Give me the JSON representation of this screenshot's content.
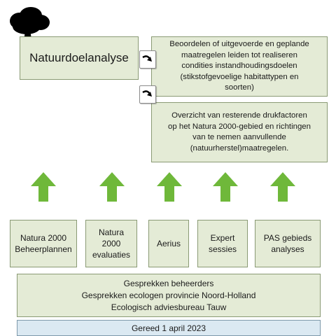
{
  "title": "Natuurdoelanalyse",
  "top_right": "Beoordelen of uitgevoerde en geplande\nmaatregelen leiden tot realiseren\ncondities instandhoudingsdoelen\n(stikstofgevoelige habitattypen en\nsoorten)",
  "second_right": "Overzicht van resterende drukfactoren\nop het Natura 2000-gebied en richtingen\nvan te nemen aanvullende\n(natuurherstel)maatregelen.",
  "sources": [
    "Natura 2000\nBeheerplannen",
    "Natura\n2000\nevaluaties",
    "Aerius",
    "Expert\nsessies",
    "PAS gebieds\nanalyses"
  ],
  "conversations": "Gesprekken beheerders\nGesprekken ecologen provincie Noord-Holland\nEcologisch adviesbureau Tauw",
  "deadline": "Gereed 1 april 2023",
  "colors": {
    "box_fill": "#e4ebd6",
    "deadline_fill": "#dbe9f2",
    "arrow": "#6fb83a"
  }
}
